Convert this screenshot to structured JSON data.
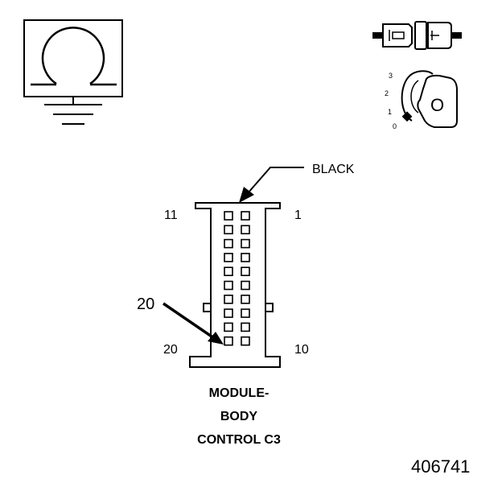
{
  "callouts": {
    "color_label": "BLACK",
    "pin_arrow_label": "20"
  },
  "connector": {
    "pin_labels": {
      "top_left": "11",
      "top_right": "1",
      "bottom_left": "20",
      "bottom_right": "10"
    },
    "caption_lines": [
      "MODULE-",
      "BODY",
      "CONTROL C3"
    ]
  },
  "ignition_switch": {
    "position_labels": [
      "3",
      "2",
      "1",
      "0"
    ],
    "key_letter": "O"
  },
  "figure_number": "406741",
  "icons": {
    "ground_symbol": "ground-omega-icon",
    "connector_view": "connector-plug-icon",
    "ignition": "ignition-key-icon"
  }
}
